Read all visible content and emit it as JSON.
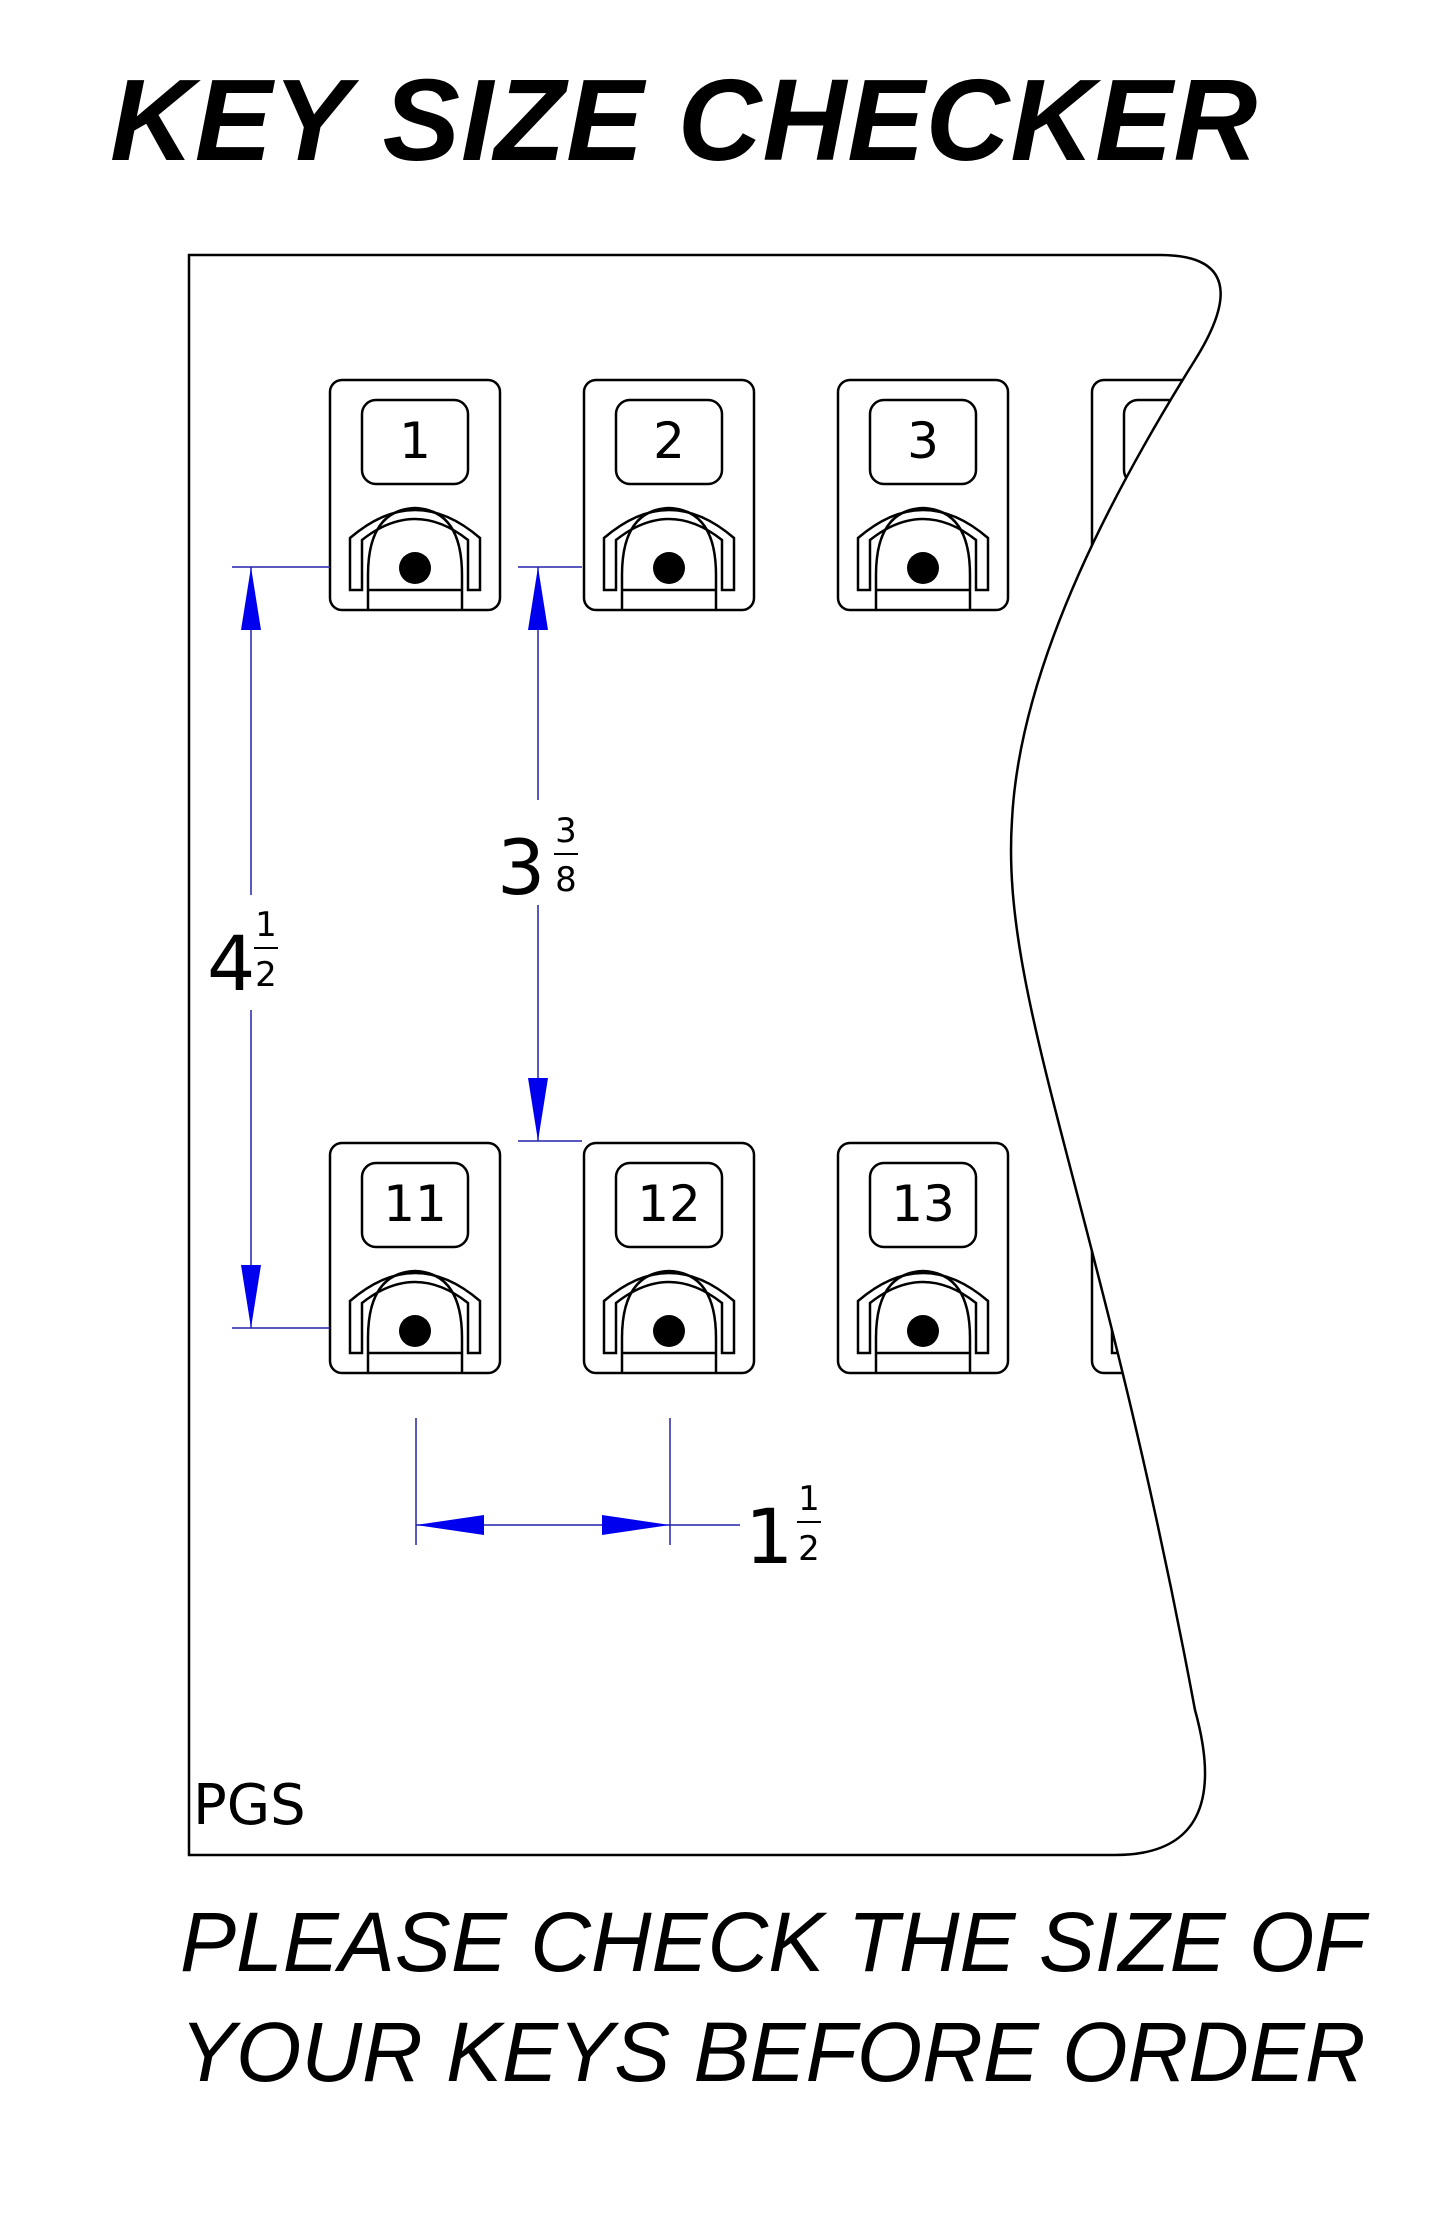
{
  "title": "KEY SIZE CHECKER",
  "slots": {
    "row1": [
      "1",
      "2",
      "3"
    ],
    "row2": [
      "11",
      "12",
      "13"
    ]
  },
  "dimensions": {
    "vertical_outer": {
      "whole": "4",
      "num": "1",
      "den": "2"
    },
    "vertical_inner": {
      "whole": "3",
      "num": "3",
      "den": "8"
    },
    "horizontal": {
      "whole": "1",
      "num": "1",
      "den": "2"
    }
  },
  "brand": "PGS",
  "footer": {
    "line1": "PLEASE CHECK THE SIZE OF",
    "line2": "YOUR KEYS BEFORE ORDER"
  },
  "colors": {
    "dimension_arrow": "#0000ee",
    "dimension_line": "#2222aa",
    "outline": "#000000"
  }
}
